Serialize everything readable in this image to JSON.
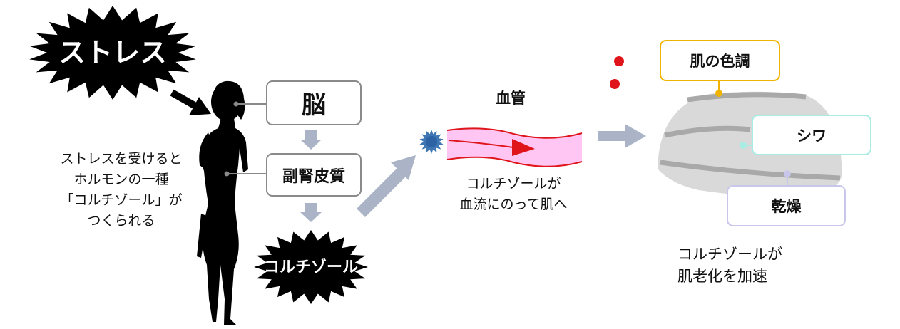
{
  "stress_label": "ストレス",
  "brain_label": "脳",
  "adrenal_label": "副腎皮質",
  "cortisol_label": "コルチゾール",
  "left_caption": [
    "ストレスを受けると",
    "ホルモンの一種",
    "「コルチゾール」が",
    "つくられる"
  ],
  "vessel_label": "血管",
  "vessel_caption": [
    "コルチゾールが",
    "血流にのって肌へ"
  ],
  "skin_labels": {
    "tone": "肌の色調",
    "wrinkle": "シワ",
    "dryness": "乾燥"
  },
  "right_caption": [
    "コルチゾールが",
    "肌老化を加速"
  ],
  "colors": {
    "tone": "#f0b400",
    "wrinkle": "#a8ece4",
    "dryness": "#c9c6ec",
    "dots": "#e0151b",
    "arrow": "#aab4c6",
    "vessel_fill": "#ffc6f4",
    "vessel_line": "#e0151b",
    "cell": "#3f76b4",
    "skin": "#d9d9d9"
  }
}
